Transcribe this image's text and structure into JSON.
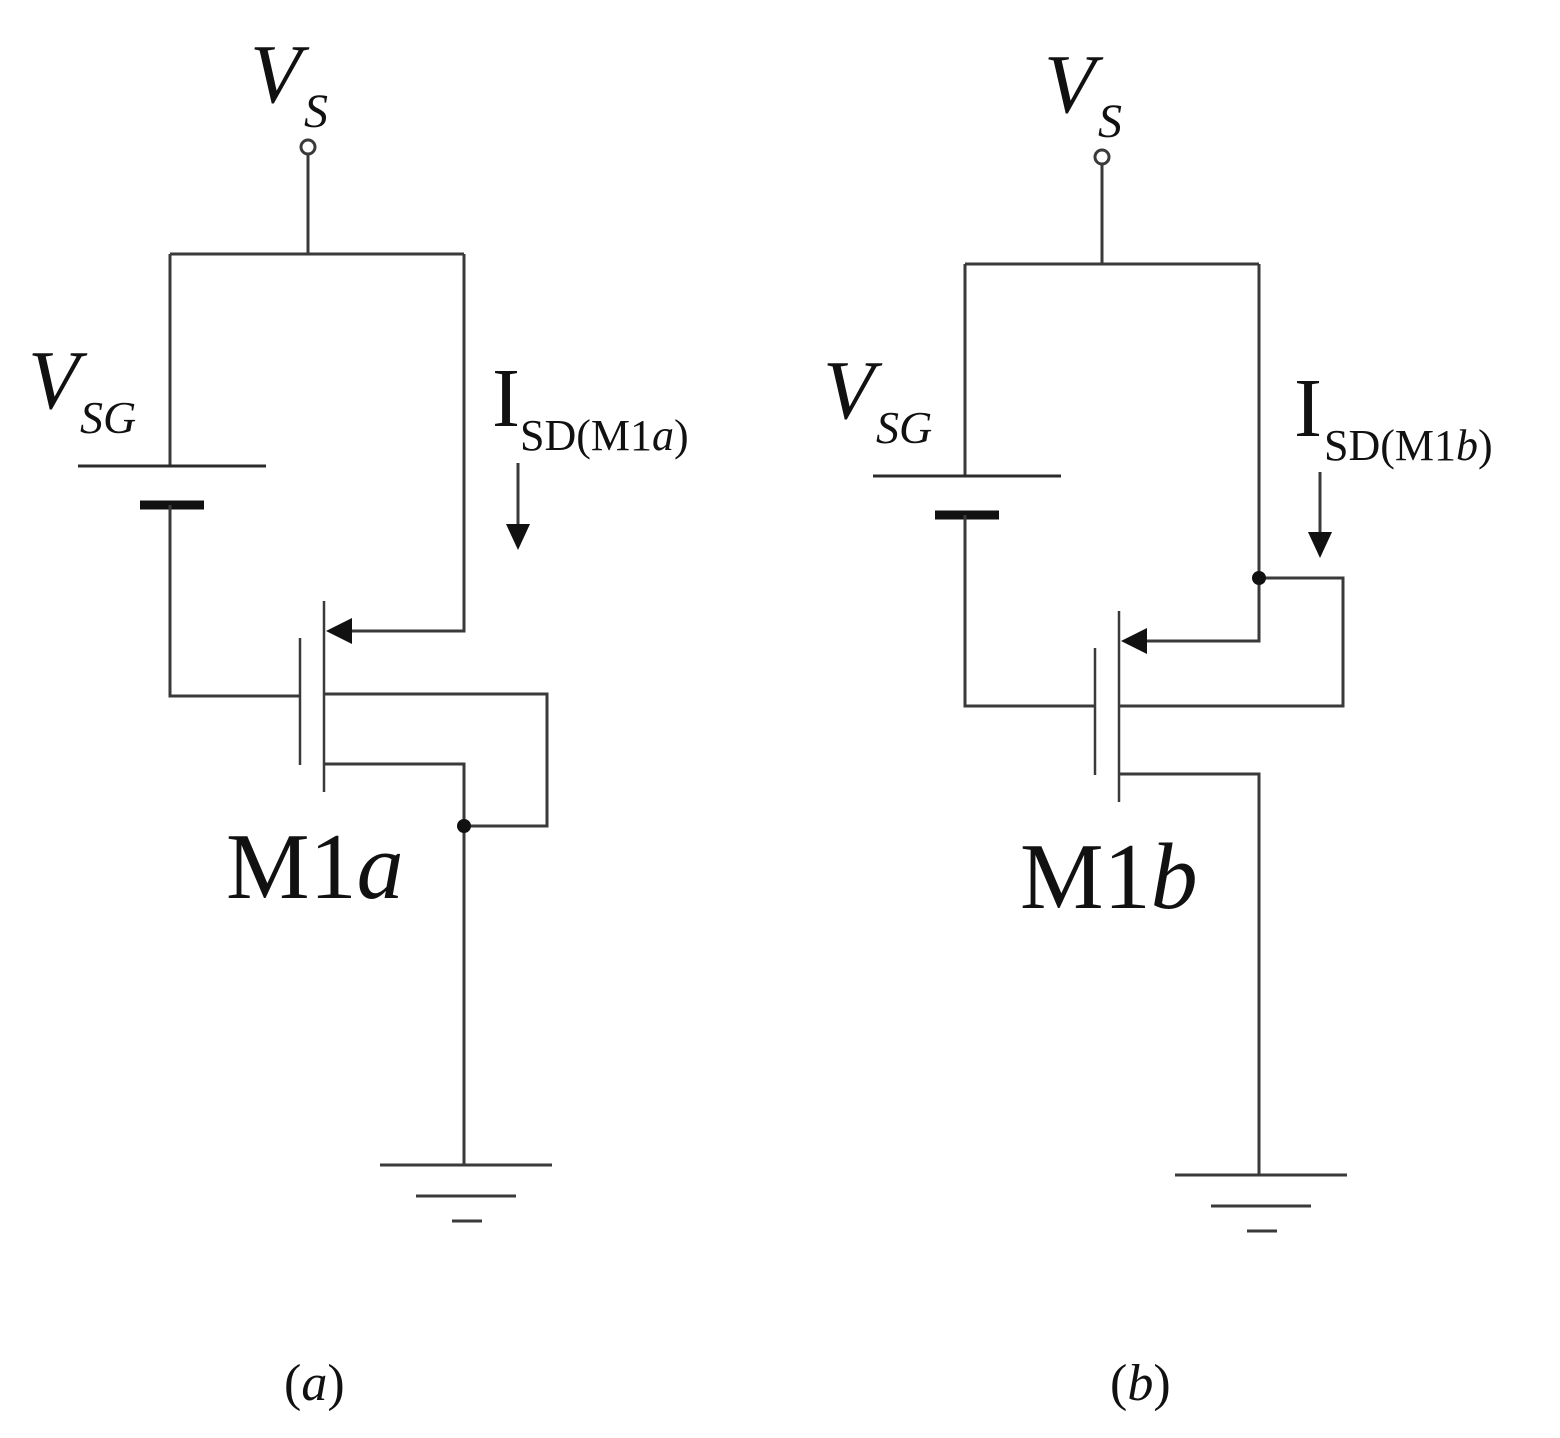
{
  "circuits": [
    {
      "id": "a",
      "vs_main": "V",
      "vs_sub": "S",
      "vsg_main": "V",
      "vsg_sub": "SG",
      "current_main": "I",
      "current_sub_prefix": "SD(M1",
      "current_sub_var": "a",
      "current_sub_suffix": ")",
      "transistor_prefix": "M1",
      "transistor_var": "a",
      "caption_open": "(",
      "caption_var": "a",
      "caption_close": ")"
    },
    {
      "id": "b",
      "vs_main": "V",
      "vs_sub": "S",
      "vsg_main": "V",
      "vsg_sub": "SG",
      "current_main": "I",
      "current_sub_prefix": "SD(M1",
      "current_sub_var": "b",
      "current_sub_suffix": ")",
      "transistor_prefix": "M1",
      "transistor_var": "b",
      "caption_open": "(",
      "caption_var": "b",
      "caption_close": ")"
    }
  ]
}
